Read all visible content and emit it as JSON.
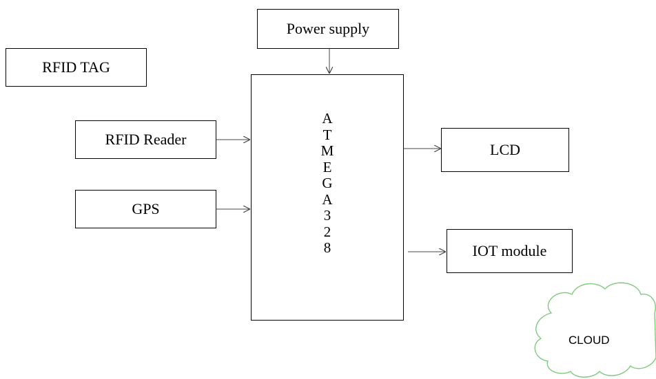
{
  "blocks": {
    "rfid_tag": "RFID TAG",
    "power_supply": "Power supply",
    "rfid_reader": "RFID Reader",
    "gps": "GPS",
    "lcd": "LCD",
    "iot_module": "IOT module",
    "cloud": "CLOUD"
  },
  "mcu_letters": [
    "A",
    "T",
    "M",
    "E",
    "G",
    "A",
    "3",
    "2",
    "8"
  ],
  "colors": {
    "stroke": "#000000",
    "arrow": "#444444",
    "cloud": "#7fc97f",
    "background": "#ffffff"
  }
}
